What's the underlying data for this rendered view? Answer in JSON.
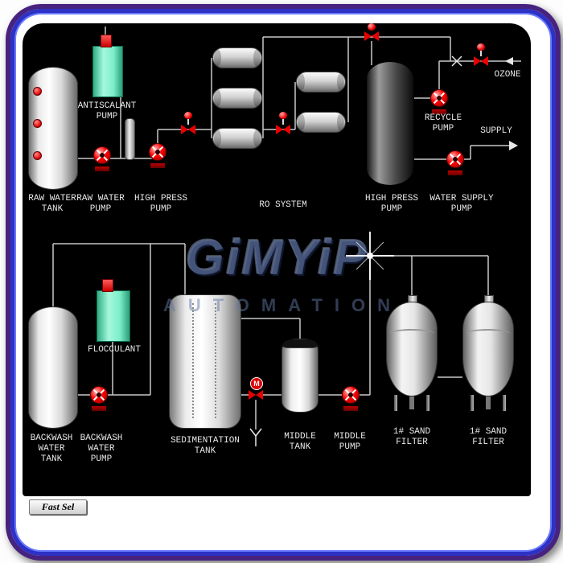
{
  "window": {
    "fast_sel_label": "Fast Sel"
  },
  "watermark": {
    "brand": "GiMYiP",
    "subtitle": "AUTOMATION"
  },
  "labels": {
    "raw_water_tank": [
      "RAW WATER",
      "TANK"
    ],
    "antiscalant_pump": [
      "ANTISCALANT",
      "PUMP"
    ],
    "raw_water_pump": [
      "RAW WATER",
      "PUMP"
    ],
    "high_press_pump": [
      "HIGH PRESS",
      "PUMP"
    ],
    "ro_system": [
      "RO SYSTEM"
    ],
    "high_press_pump_tank": [
      "HIGH PRESS",
      "PUMP"
    ],
    "recycle_pump": [
      "RECYCLE",
      "PUMP"
    ],
    "ozone": [
      "OZONE"
    ],
    "supply": [
      "SUPPLY"
    ],
    "water_supply_pump": [
      "WATER SUPPLY",
      "PUMP"
    ],
    "backwash_water_tank": [
      "BACKWASH",
      "WATER",
      "TANK"
    ],
    "flocculant": [
      "FLOCCULANT"
    ],
    "backwash_water_pump": [
      "BACKWASH",
      "WATER",
      "PUMP"
    ],
    "sedimentation_tank": [
      "SEDIMENTATION",
      "TANK"
    ],
    "middle_tank": [
      "MIDDLE",
      "TANK"
    ],
    "middle_pump": [
      "MIDDLE",
      "PUMP"
    ],
    "sand_filter_1": [
      "1# SAND",
      "FILTER"
    ],
    "sand_filter_2": [
      "1# SAND",
      "FILTER"
    ],
    "m_valve": "M"
  },
  "colors": {
    "canvas_background": "#000000",
    "frame_purple": "#47227e",
    "frame_blue": "#2d31c4",
    "pump_red": "#ff0000",
    "dosing_tank_cyan": "#7df0cc",
    "pipe_gray": "#c8c8c8",
    "label_white": "#e8e8e8",
    "watermark_blue": "#64789f"
  }
}
